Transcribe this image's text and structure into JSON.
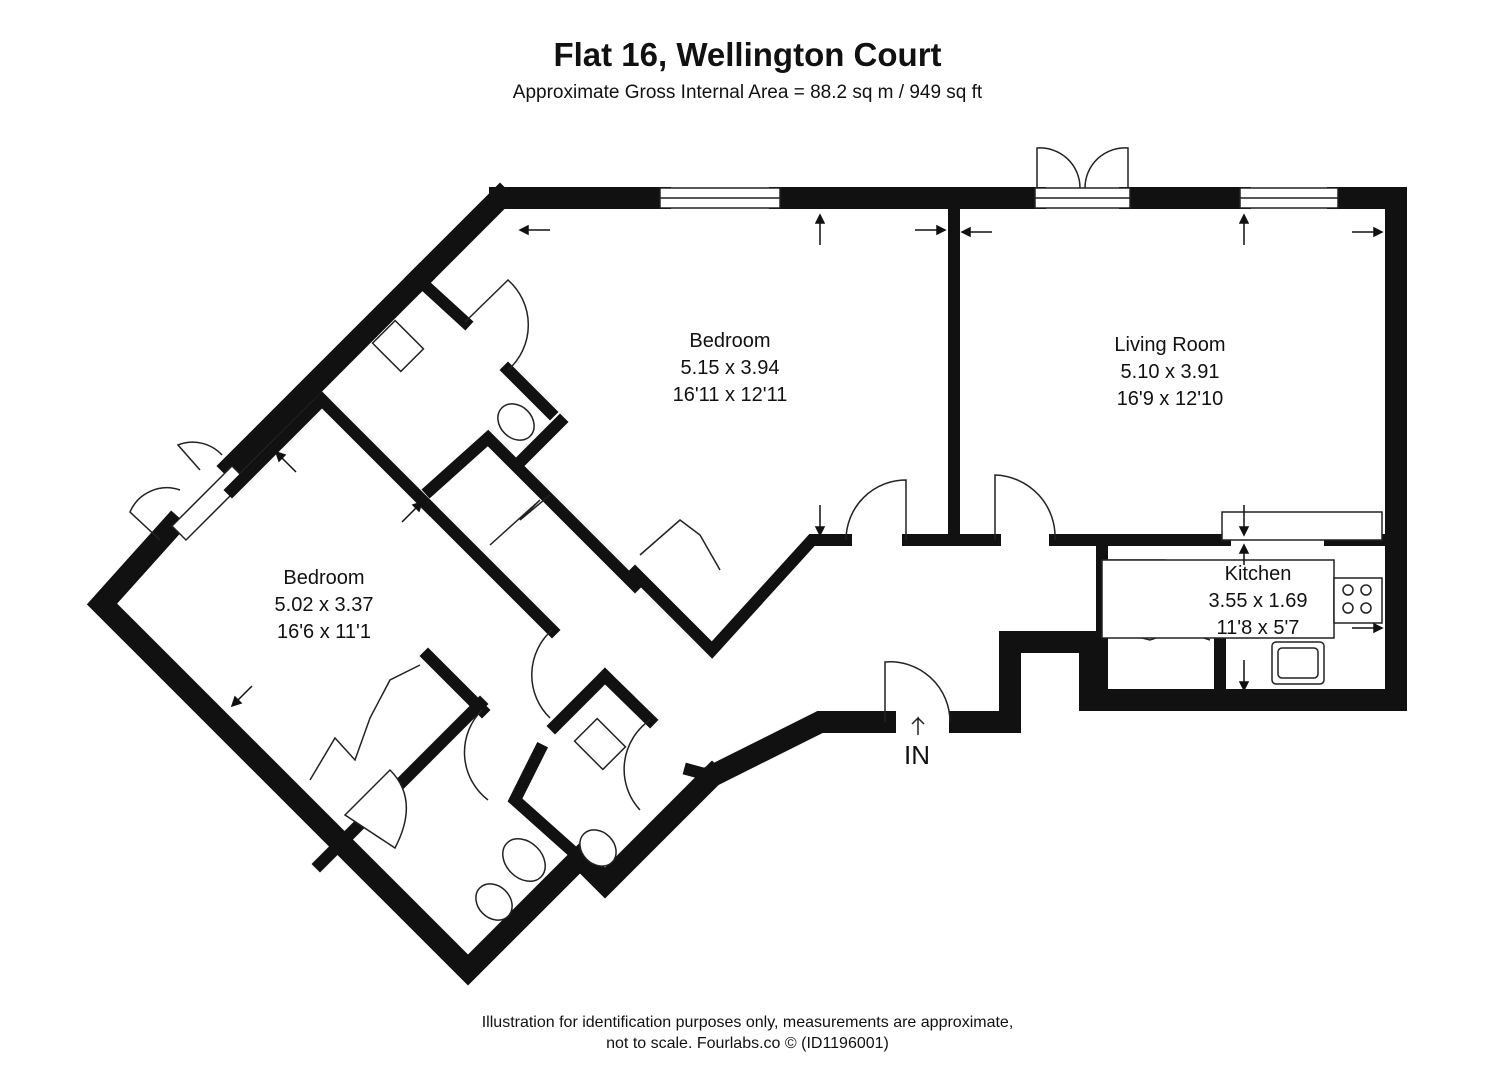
{
  "header": {
    "title": "Flat 16, Wellington Court",
    "subtitle": "Approximate Gross Internal Area = 88.2 sq m / 949 sq ft"
  },
  "rooms": [
    {
      "name": "Bedroom",
      "metric": "5.15 x 3.94",
      "imperial": "16'11 x 12'11"
    },
    {
      "name": "Living Room",
      "metric": "5.10 x 3.91",
      "imperial": "16'9 x 12'10"
    },
    {
      "name": "Bedroom",
      "metric": "5.02 x 3.37",
      "imperial": "16'6 x 11'1"
    },
    {
      "name": "Kitchen",
      "metric": "3.55 x 1.69",
      "imperial": "11'8 x 5'7"
    }
  ],
  "entry_label": "IN",
  "footer": {
    "line1": "Illustration for identification purposes only, measurements are approximate,",
    "line2": "not to scale. Fourlabs.co © (ID1196001)"
  }
}
